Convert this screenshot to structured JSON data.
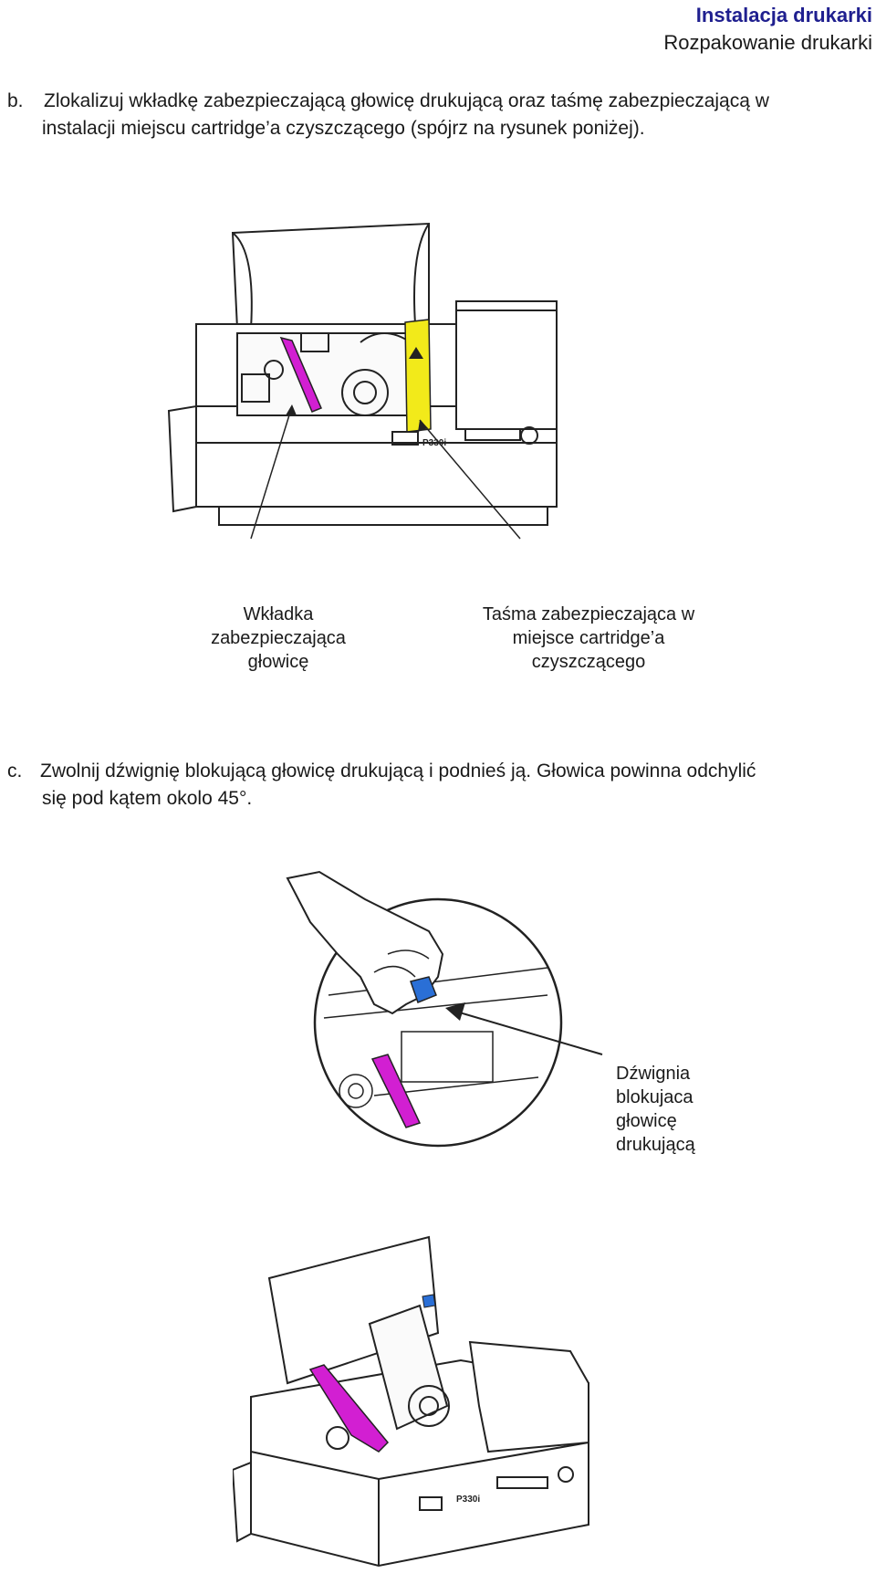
{
  "header": {
    "title": "Instalacja drukarki",
    "subtitle": "Rozpakowanie drukarki"
  },
  "step_b": {
    "marker": "b.",
    "line1": "Zlokalizuj wkładkę zabezpieczającą głowicę drukującą oraz taśmę zabezpieczającą w",
    "line2": "instalacji miejscu cartridge’a czyszczącego (spójrz na rysunek poniżej)."
  },
  "figure1": {
    "label_left_l1": "Wkładka",
    "label_left_l2": "zabezpieczająca",
    "label_left_l3": "głowicę",
    "label_right_l1": "Taśma zabezpieczająca w",
    "label_right_l2": "miejsce cartridge’a",
    "label_right_l3": "czyszczącego",
    "device_text": "P330i"
  },
  "step_c": {
    "marker": "c.",
    "line1": "Zwolnij dźwignię blokującą głowicę drukującą i podnieś ją. Głowica powinna odchylić",
    "line2": "się pod kątem okolo 45°."
  },
  "figure2": {
    "label_l1": "Dźwignia",
    "label_l2": "blokujaca",
    "label_l3": "głowicę",
    "label_l4": "drukującą"
  },
  "figure3": {
    "device_text": "P330i"
  },
  "colors": {
    "title": "#1f1f8f",
    "magenta": "#d21fd2",
    "yellow": "#f2ea1a",
    "blue": "#2a6fd6"
  }
}
